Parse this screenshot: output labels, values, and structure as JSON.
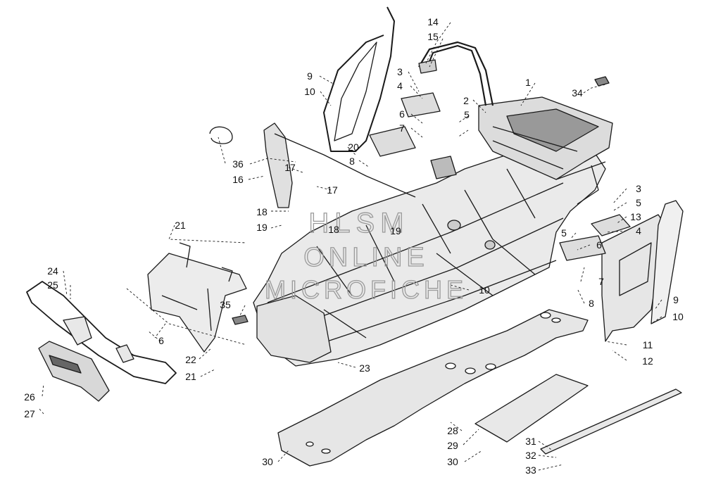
{
  "colors": {
    "line": "#1a1a1a",
    "fill": "#e6e6e6",
    "dark": "#555555",
    "watermark": "#9a9a9a"
  },
  "watermark": {
    "line1": "HLSM",
    "line2": "ONLINE",
    "line3": "MICROFICHE"
  },
  "callouts": {
    "c1": "1",
    "c2": "2",
    "c3a": "3",
    "c3b": "3",
    "c4a": "4",
    "c4b": "4",
    "c5a": "5",
    "c5b": "5",
    "c5c": "5",
    "c6a": "6",
    "c6b": "6",
    "c6c": "6",
    "c7a": "7",
    "c7b": "7",
    "c8a": "8",
    "c8b": "8",
    "c9a": "9",
    "c9b": "9",
    "c10a": "10",
    "c10b": "10",
    "c10c": "10",
    "c11": "11",
    "c12": "12",
    "c13": "13",
    "c14": "14",
    "c15": "15",
    "c16": "16",
    "c17a": "17",
    "c17b": "17",
    "c18a": "18",
    "c18b": "18",
    "c19a": "19",
    "c19b": "19",
    "c20": "20",
    "c21a": "21",
    "c21b": "21",
    "c22": "22",
    "c23": "23",
    "c24": "24",
    "c25": "25",
    "c26": "26",
    "c27": "27",
    "c28": "28",
    "c29": "29",
    "c30a": "30",
    "c30b": "30",
    "c31": "31",
    "c32": "32",
    "c33": "33",
    "c34": "34",
    "c35": "35",
    "c36": "36"
  }
}
